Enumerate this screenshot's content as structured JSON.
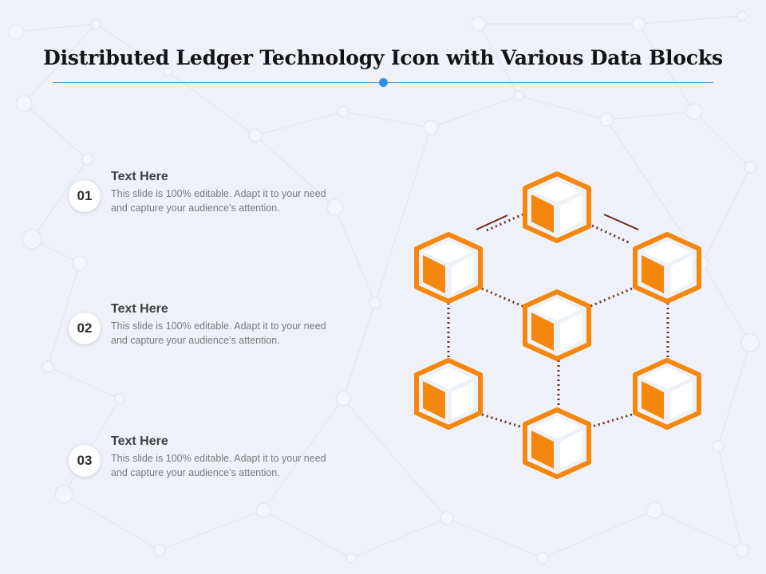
{
  "slide": {
    "title": "Distributed Ledger Technology Icon with Various Data Blocks"
  },
  "items": [
    {
      "number": "01",
      "title": "Text Here",
      "body": "This slide is 100% editable. Adapt it to your need and capture your audience’s attention."
    },
    {
      "number": "02",
      "title": "Text Here",
      "body": "This slide is 100% editable. Adapt it to your need and capture your audience’s attention."
    },
    {
      "number": "03",
      "title": "Text Here",
      "body": "This slide is 100% editable. Adapt it to your need and capture your audience’s attention."
    }
  ],
  "colors": {
    "block_orange": "#f5870f",
    "dotted_connector": "#6b2a1a",
    "accent_blue": "#2f8fe0",
    "background": "#eef2f8"
  },
  "icons": {
    "block": "cube-icon"
  }
}
